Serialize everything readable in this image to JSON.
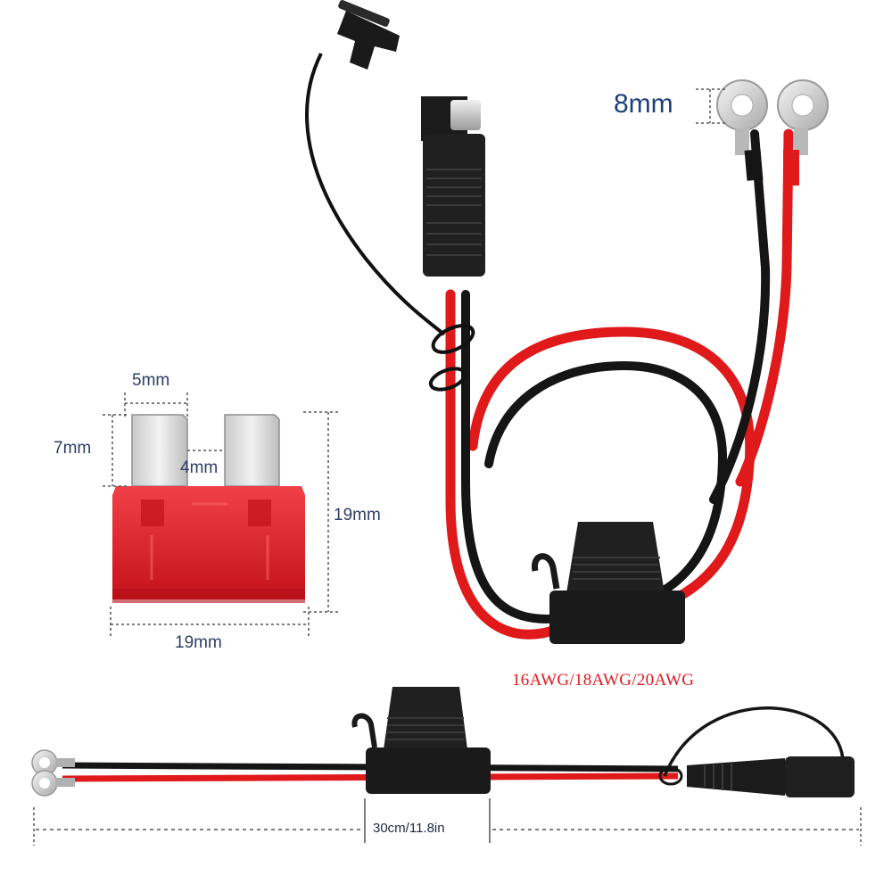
{
  "labels": {
    "ring_diameter": "8mm",
    "blade_width": "5mm",
    "blade_height": "7mm",
    "blade_gap": "4mm",
    "fuse_height": "19mm",
    "fuse_width": "19mm",
    "wire_gauge": "16AWG/18AWG/20AWG",
    "cable_length": "30cm/11.8in"
  },
  "colors": {
    "red_wire": "#e0191b",
    "black_wire": "#151515",
    "fuse_body": "#e3222a",
    "label_blue": "#1f3f7a",
    "label_red": "#e1191e"
  }
}
